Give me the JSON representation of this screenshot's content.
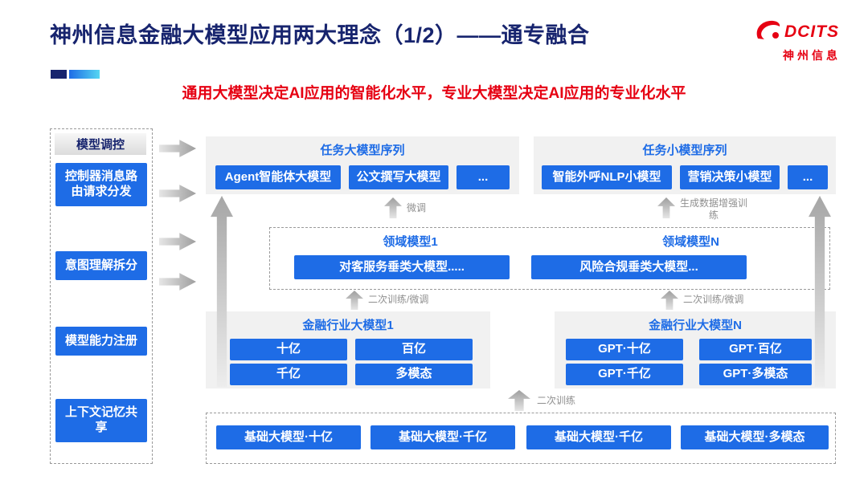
{
  "header": {
    "title": "神州信息金融大模型应用两大理念（1/2）——通专融合",
    "subtitle": "通用大模型决定AI应用的智能化水平，专业大模型决定AI应用的专业化水平",
    "logo_text": "DCITS",
    "logo_subtext": "神州信息"
  },
  "sidebar": {
    "header": "模型调控",
    "items": [
      "控制器消息路由请求分发",
      "意图理解拆分",
      "模型能力注册",
      "上下文记忆共享"
    ]
  },
  "top_row": {
    "large_models": {
      "title": "任务大模型序列",
      "items": [
        "Agent智能体大模型",
        "公文撰写大模型",
        "..."
      ]
    },
    "small_models": {
      "title": "任务小模型序列",
      "items": [
        "智能外呼NLP小模型",
        "营销决策小模型",
        "..."
      ]
    }
  },
  "labels": {
    "finetune": "微调",
    "gen_data_training": "生成数据增强训练",
    "retrain_finetune": "二次训练/微调",
    "retrain": "二次训练"
  },
  "domain_models": {
    "left": {
      "title": "领域模型1",
      "item": "对客服务垂类大模型....."
    },
    "right": {
      "title": "领域模型N",
      "item": "风险合规垂类大模型..."
    }
  },
  "industry_models": {
    "left": {
      "title": "金融行业大模型1",
      "items": [
        "十亿",
        "百亿",
        "千亿",
        "多模态"
      ]
    },
    "right": {
      "title": "金融行业大模型N",
      "items": [
        "GPT·十亿",
        "GPT·百亿",
        "GPT·千亿",
        "GPT·多模态"
      ]
    }
  },
  "base_models": {
    "items": [
      "基础大模型·十亿",
      "基础大模型·千亿",
      "基础大模型·千亿",
      "基础大模型·多模态"
    ]
  },
  "colors": {
    "accent_blue": "#1e6ce6",
    "title_navy": "#17246e",
    "brand_red": "#e60012",
    "panel_gray": "#f1f1f1"
  }
}
